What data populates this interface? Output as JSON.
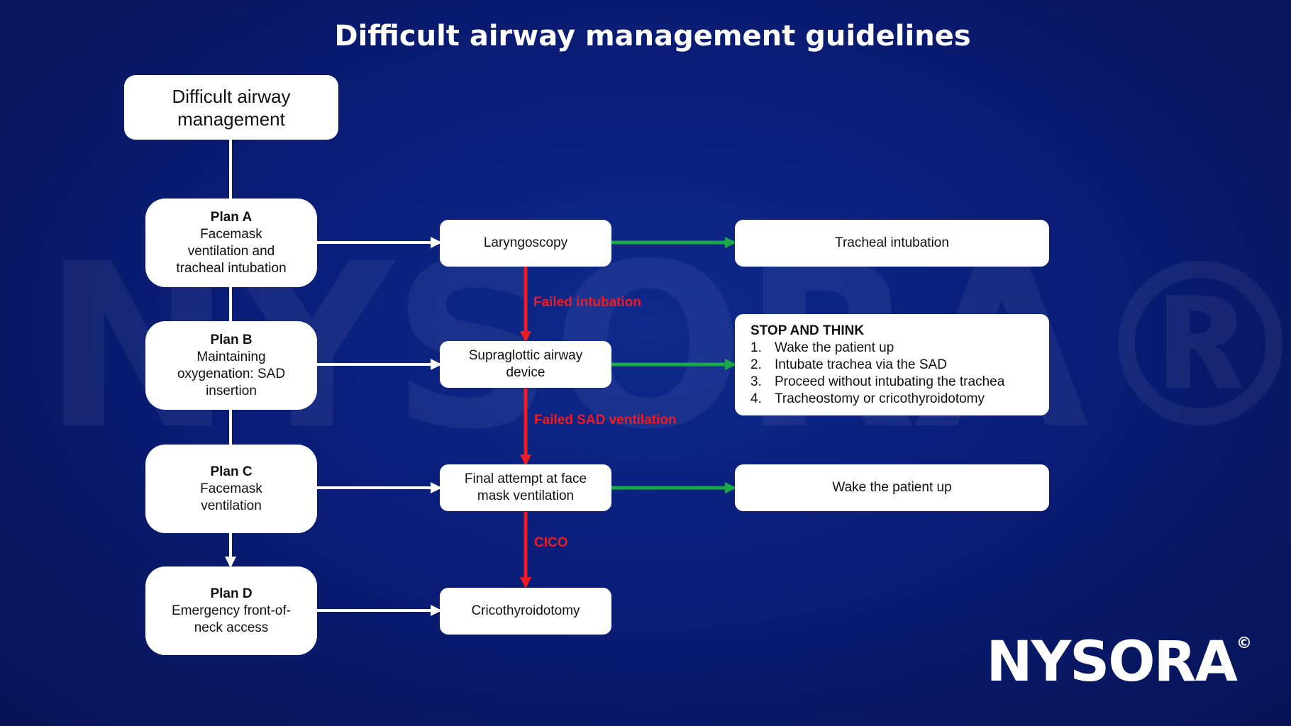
{
  "title": "Difficult airway management guidelines",
  "watermark_text": "NYSORA®",
  "colors": {
    "background": "#0a1d78",
    "arrow_white": "#ffffff",
    "arrow_green": "#1aa84a",
    "arrow_red": "#ee1c24",
    "label_red": "#ee1c24"
  },
  "root": {
    "line1": "Difficult airway",
    "line2": "management"
  },
  "plans": [
    {
      "name": "Plan A",
      "lines": [
        "Facemask",
        "ventilation and",
        "tracheal intubation"
      ]
    },
    {
      "name": "Plan B",
      "lines": [
        "Maintaining",
        "oxygenation: SAD",
        "insertion"
      ]
    },
    {
      "name": "Plan C",
      "lines": [
        "Facemask",
        "ventilation"
      ]
    },
    {
      "name": "Plan D",
      "lines": [
        "Emergency front-of-",
        "neck access"
      ]
    }
  ],
  "middle": [
    {
      "lines": [
        "Laryngoscopy"
      ]
    },
    {
      "lines": [
        "Supraglottic airway",
        "device"
      ]
    },
    {
      "lines": [
        "Final attempt at face",
        "mask ventilation"
      ]
    },
    {
      "lines": [
        "Cricothyroidotomy"
      ]
    }
  ],
  "outcomes": {
    "tracheal_intubation": "Tracheal intubation",
    "stop_and_think": {
      "title": "STOP AND THINK",
      "items": [
        {
          "num": "1.",
          "text": "Wake the patient up"
        },
        {
          "num": "2.",
          "text": "Intubate trachea via the SAD"
        },
        {
          "num": "3.",
          "text": "Proceed without intubating the trachea"
        },
        {
          "num": "4.",
          "text": "Tracheostomy or cricothyroidotomy"
        }
      ]
    },
    "wake_up": "Wake the patient up"
  },
  "edge_labels": {
    "failed_intubation": "Failed intubation",
    "failed_sad": "Failed SAD ventilation",
    "cico": "CICO"
  },
  "logo": {
    "text": "NYSORA",
    "mark": "©"
  }
}
